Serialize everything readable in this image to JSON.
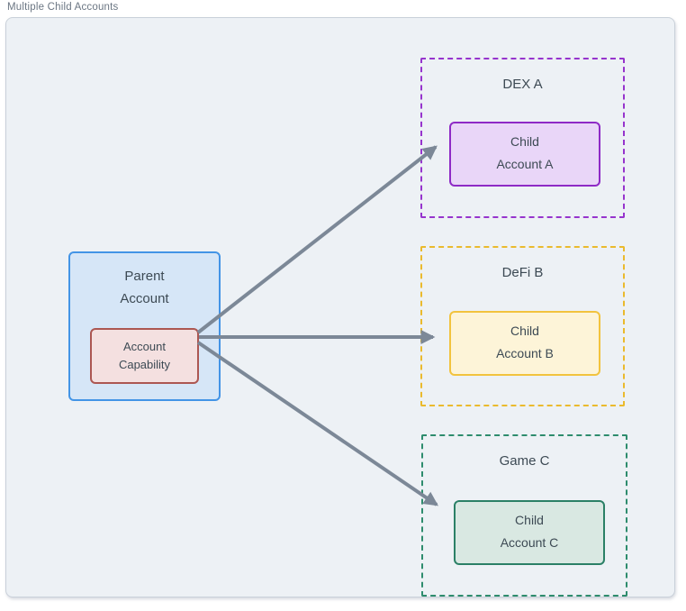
{
  "header": {
    "title": "Multiple Child Accounts"
  },
  "colors": {
    "canvas-bg": "#edf1f5",
    "canvas-border": "#c9d0d9",
    "title-gray": "#6b7683",
    "text-dark": "#3d4a54",
    "arrow": "#7c8897",
    "parent-fill": "#d6e6f7",
    "parent-stroke": "#4394e6",
    "capability-fill": "#f4e0e0",
    "capability-stroke": "#ac5752",
    "dex-stroke": "#9634cd",
    "dex-child-stroke": "#8e2ac6",
    "dex-fill": "#e9d6f8",
    "defi-stroke": "#eaba2d",
    "defi-child-stroke": "#f2c33e",
    "defi-fill": "#fdf4d8",
    "game-stroke": "#2e8c6d",
    "game-child-stroke": "#2b8066",
    "game-fill": "#d9e8e2"
  },
  "nodes": {
    "parent": {
      "label": [
        "Parent",
        "Account"
      ]
    },
    "capability": {
      "label": [
        "Account",
        "Capability"
      ]
    },
    "groups": [
      {
        "id": "dex-a",
        "label": "DEX A",
        "child": [
          "Child",
          "Account A"
        ]
      },
      {
        "id": "defi-b",
        "label": "DeFi B",
        "child": [
          "Child",
          "Account B"
        ]
      },
      {
        "id": "game-c",
        "label": "Game C",
        "child": [
          "Child",
          "Account C"
        ]
      }
    ]
  },
  "edges": [
    {
      "from": "account-capability",
      "to": "child-account-a"
    },
    {
      "from": "account-capability",
      "to": "child-account-b"
    },
    {
      "from": "account-capability",
      "to": "child-account-c"
    }
  ]
}
